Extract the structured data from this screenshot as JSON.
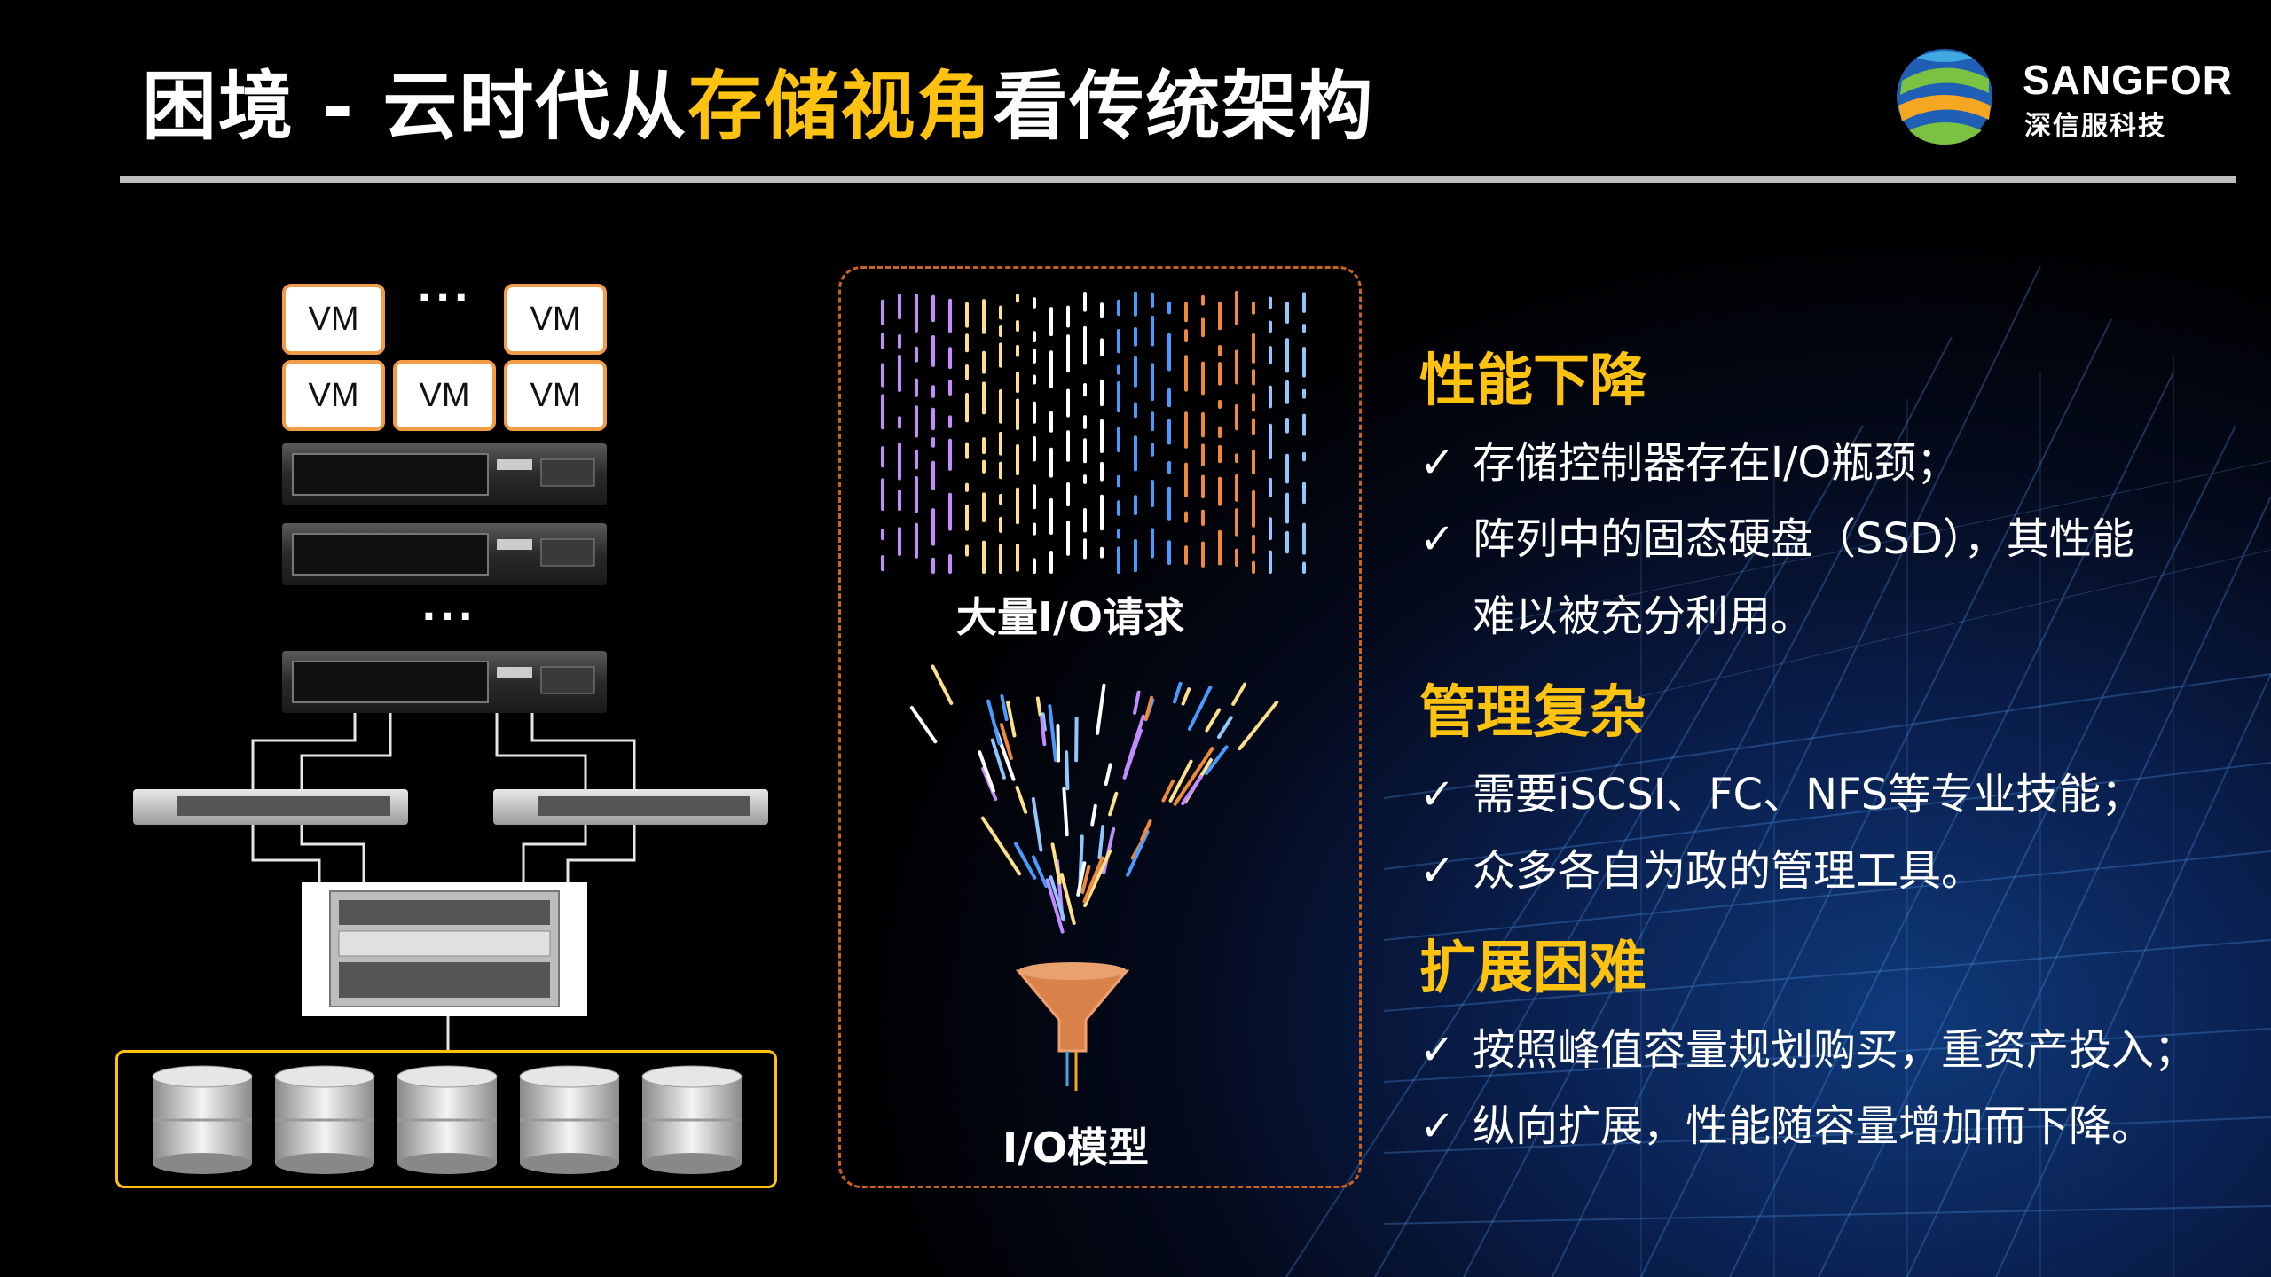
{
  "title": {
    "part1": "困境 - 云时代从",
    "highlight": "存储视角",
    "part2": "看传统架构"
  },
  "logo": {
    "word": "SANGFOR",
    "chinese": "深信服科技"
  },
  "diagram": {
    "vm_label": "VM",
    "ellipsis": "···",
    "io_requests_label": "大量I/O请求",
    "io_model_label": "I/O模型"
  },
  "sections": [
    {
      "heading": "性能下降",
      "bullets": [
        {
          "text": "存储控制器存在I/O瓶颈；"
        },
        {
          "text": "阵列中的固态硬盘（SSD），其性能",
          "continuation": "难以被充分利用。"
        }
      ]
    },
    {
      "heading": "管理复杂",
      "bullets": [
        {
          "text": "需要iSCSI、FC、NFS等专业技能；"
        },
        {
          "text": "众多各自为政的管理工具。"
        }
      ]
    },
    {
      "heading": "扩展困难",
      "bullets": [
        {
          "text": "按照峰值容量规划购买，重资产投入；"
        },
        {
          "text": "纵向扩展，性能随容量增加而下降。"
        }
      ]
    }
  ],
  "check_symbol": "✓",
  "colors": {
    "accent_yellow": "#ffc20e",
    "vm_border": "#f39c47",
    "io_box_border": "#c8641e",
    "funnel": "#d9834a"
  }
}
